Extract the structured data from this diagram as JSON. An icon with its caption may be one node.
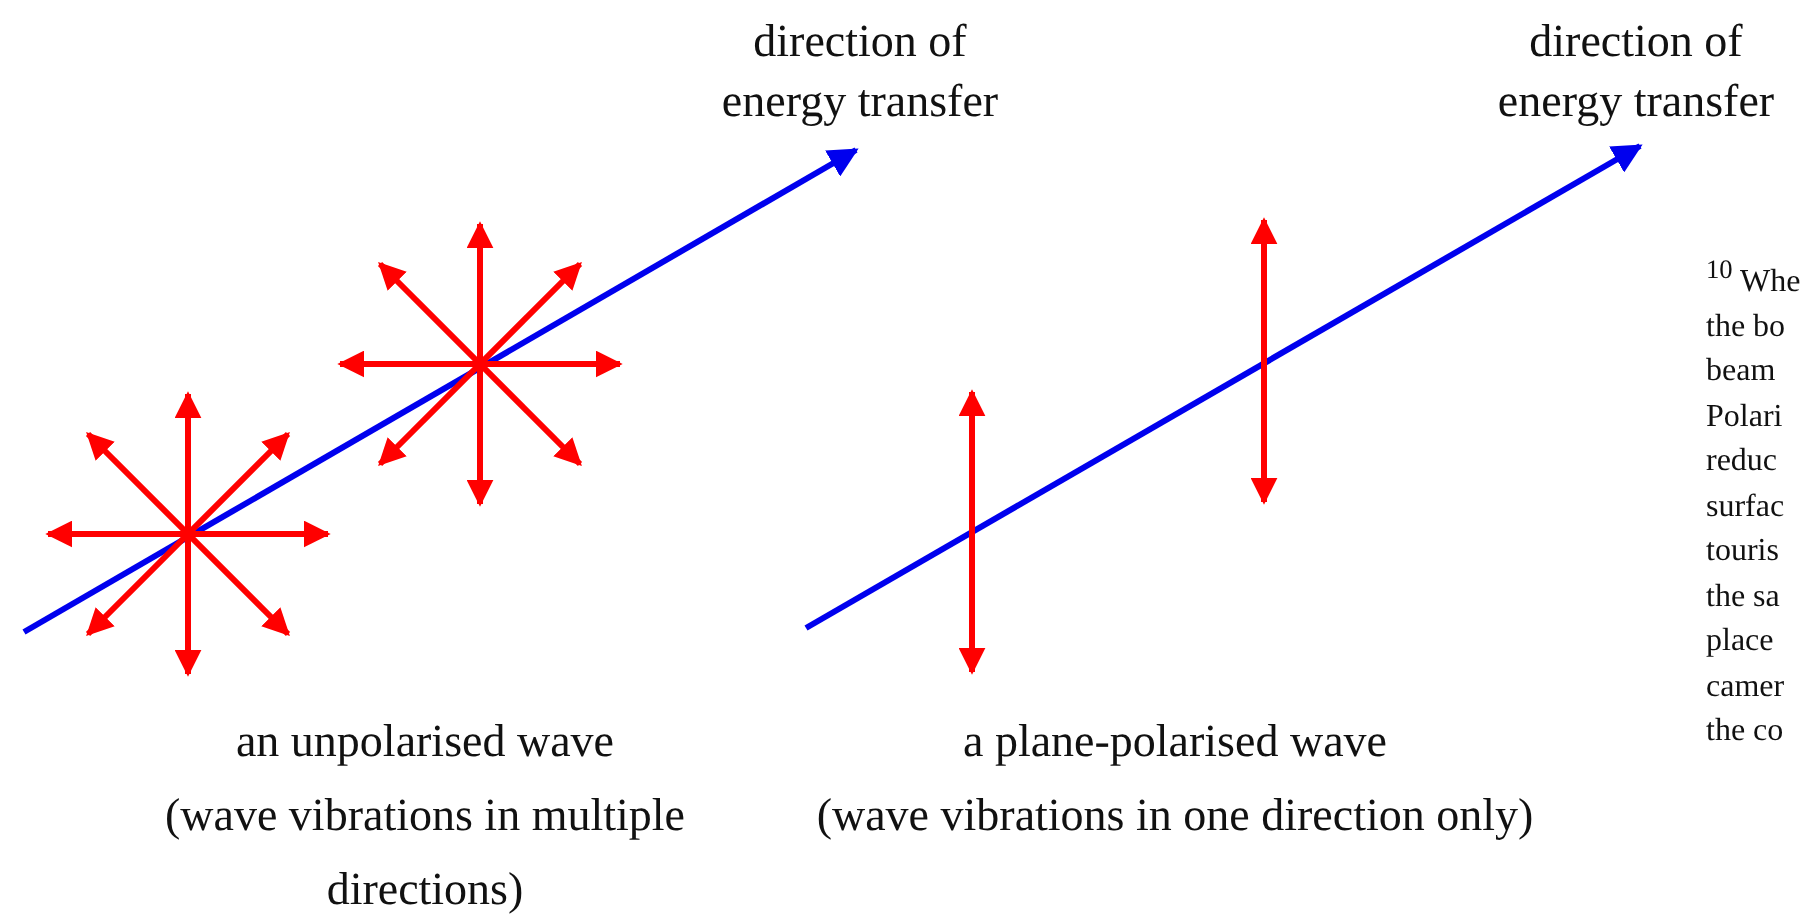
{
  "diagram": {
    "labels": [
      "direction of energy transfer",
      "direction of energy transfer",
      "$^{10}$ Whe the bo beam Polari reduc surfac touris the sa place camer the co",
      "an unpolarised wave",
      "(wave vibrations in multiple directions)",
      "a plane-polarised wave",
      "(wave vibrations in one direction only)"
    ]
  }
}
